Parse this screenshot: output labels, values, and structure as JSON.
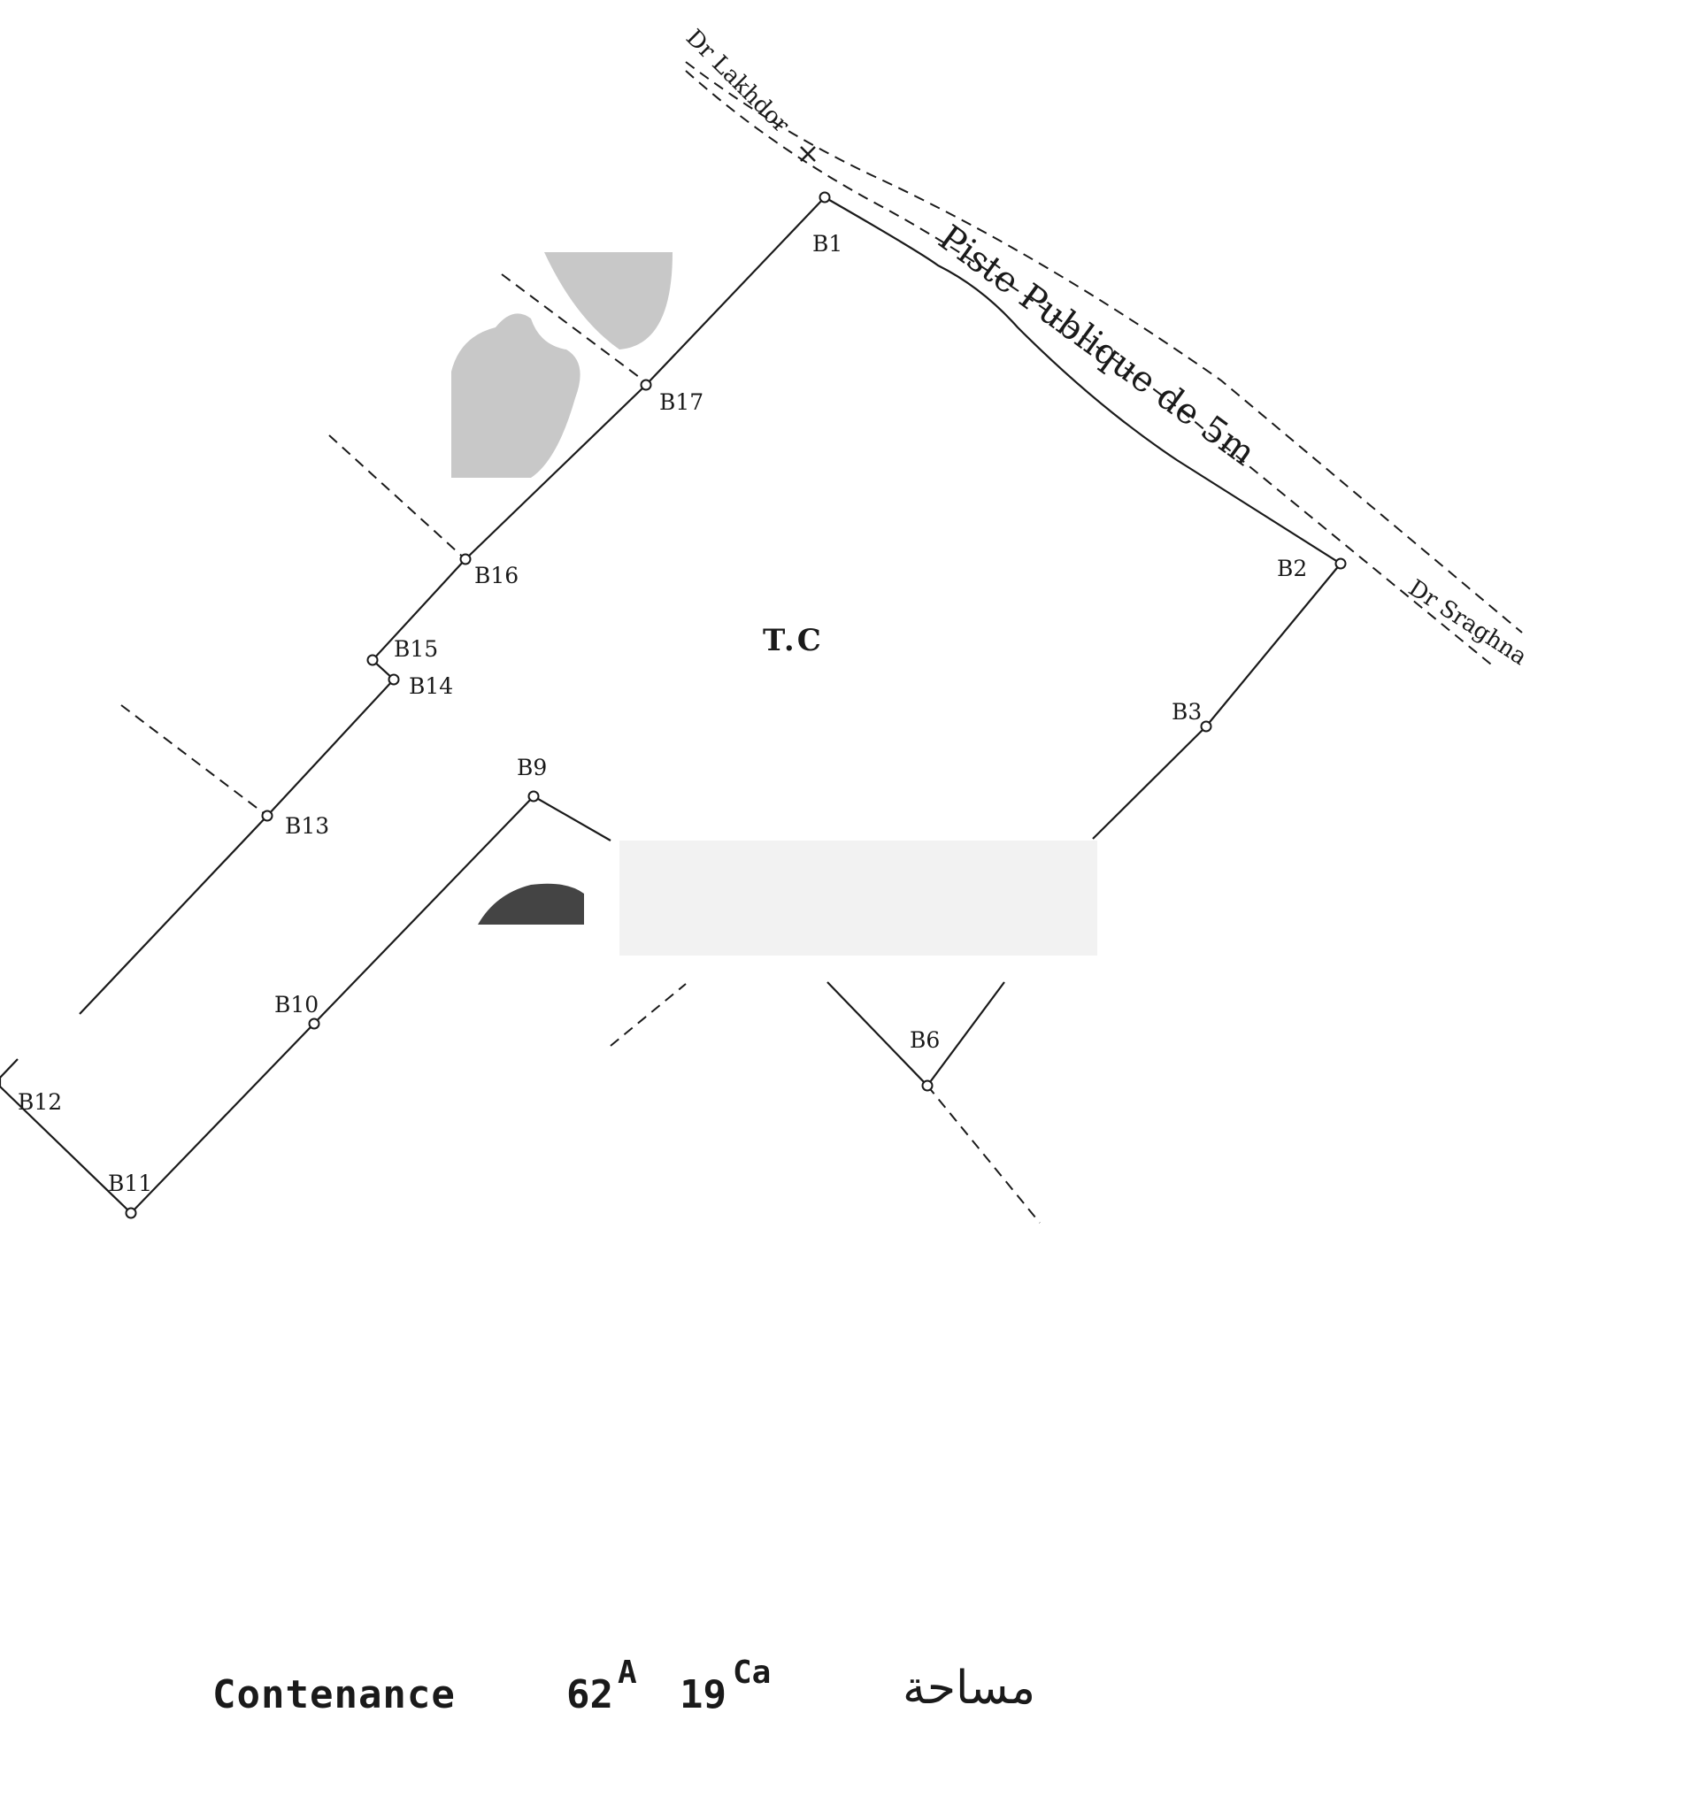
{
  "plan": {
    "zone_label": "T.C",
    "road_label": "Piste Publique de 5m",
    "neighbors": {
      "north_west": "Dr Lakhdor",
      "north_east": "Dr Sraghna"
    },
    "markers": [
      "B1",
      "B2",
      "B3",
      "B6",
      "B9",
      "B10",
      "B11",
      "B12",
      "B13",
      "B14",
      "B15",
      "B16",
      "B17"
    ]
  },
  "footer": {
    "contenance_label": "Contenance",
    "area_ares": "62",
    "ares_unit": "A",
    "area_centiares": "19",
    "centiares_unit": "Ca",
    "arabic_label": "مساحة"
  }
}
